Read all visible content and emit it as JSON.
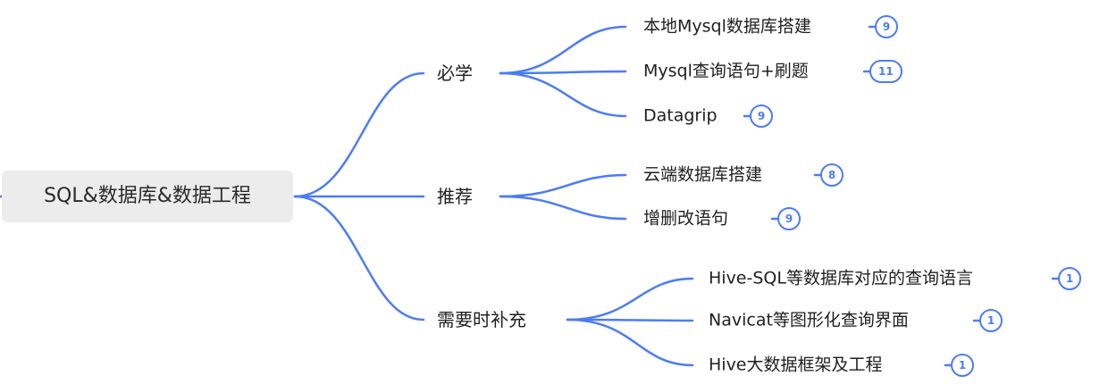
{
  "root": {
    "label": "SQL&数据库&数据工程"
  },
  "branches": [
    {
      "label": "必学",
      "children": [
        {
          "label": "本地Mysql数据库搭建",
          "count": "9"
        },
        {
          "label": "Mysql查询语句+刷题",
          "count": "11"
        },
        {
          "label": "Datagrip",
          "count": "9"
        }
      ]
    },
    {
      "label": "推荐",
      "children": [
        {
          "label": "云端数据库搭建",
          "count": "8"
        },
        {
          "label": "增删改语句",
          "count": "9"
        }
      ]
    },
    {
      "label": "需要时补充",
      "children": [
        {
          "label": "Hive-SQL等数据库对应的查询语言",
          "count": "1"
        },
        {
          "label": "Navicat等图形化查询界面",
          "count": "1"
        },
        {
          "label": "Hive大数据框架及工程",
          "count": "1"
        }
      ]
    }
  ],
  "colors": {
    "connector": "#4d7cf3",
    "root_fill": "#ececec",
    "text": "#1f1f1f"
  }
}
